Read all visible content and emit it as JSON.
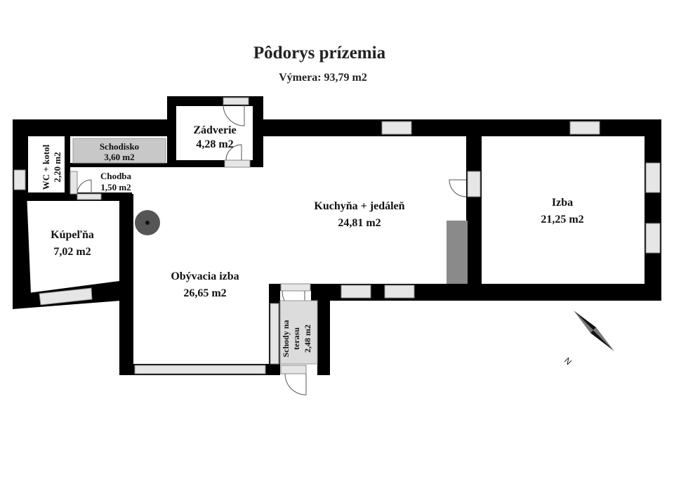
{
  "title": "Pôdorys prízemia",
  "subtitle": "Výmera: 93,79 m2",
  "rooms": {
    "zadverie": {
      "name": "Zádverie",
      "area": "4,28 m2"
    },
    "schodisko": {
      "name": "Schodisko",
      "area": "3,60 m2"
    },
    "wc": {
      "name": "WC + kotol",
      "area": "2,20 m2"
    },
    "chodba": {
      "name": "Chodba",
      "area": "1,50 m2"
    },
    "kupelna": {
      "name": "Kúpeľňa",
      "area": "7,02 m2"
    },
    "kuchyna": {
      "name": "Kuchyňa + jedáleň",
      "area": "24,81 m2"
    },
    "izba": {
      "name": "Izba",
      "area": "21,25 m2"
    },
    "obyvacia": {
      "name": "Obývacia izba",
      "area": "26,65 m2"
    },
    "terasa": {
      "name1": "Schody na",
      "name2": "terasu",
      "area": "2,48 m2"
    }
  },
  "compass": {
    "north_label": "N"
  },
  "colors": {
    "wall": "#000000",
    "window": "#d9d9d9",
    "stairs": "#c8c8c8",
    "chimney": "#8a8a8a"
  }
}
